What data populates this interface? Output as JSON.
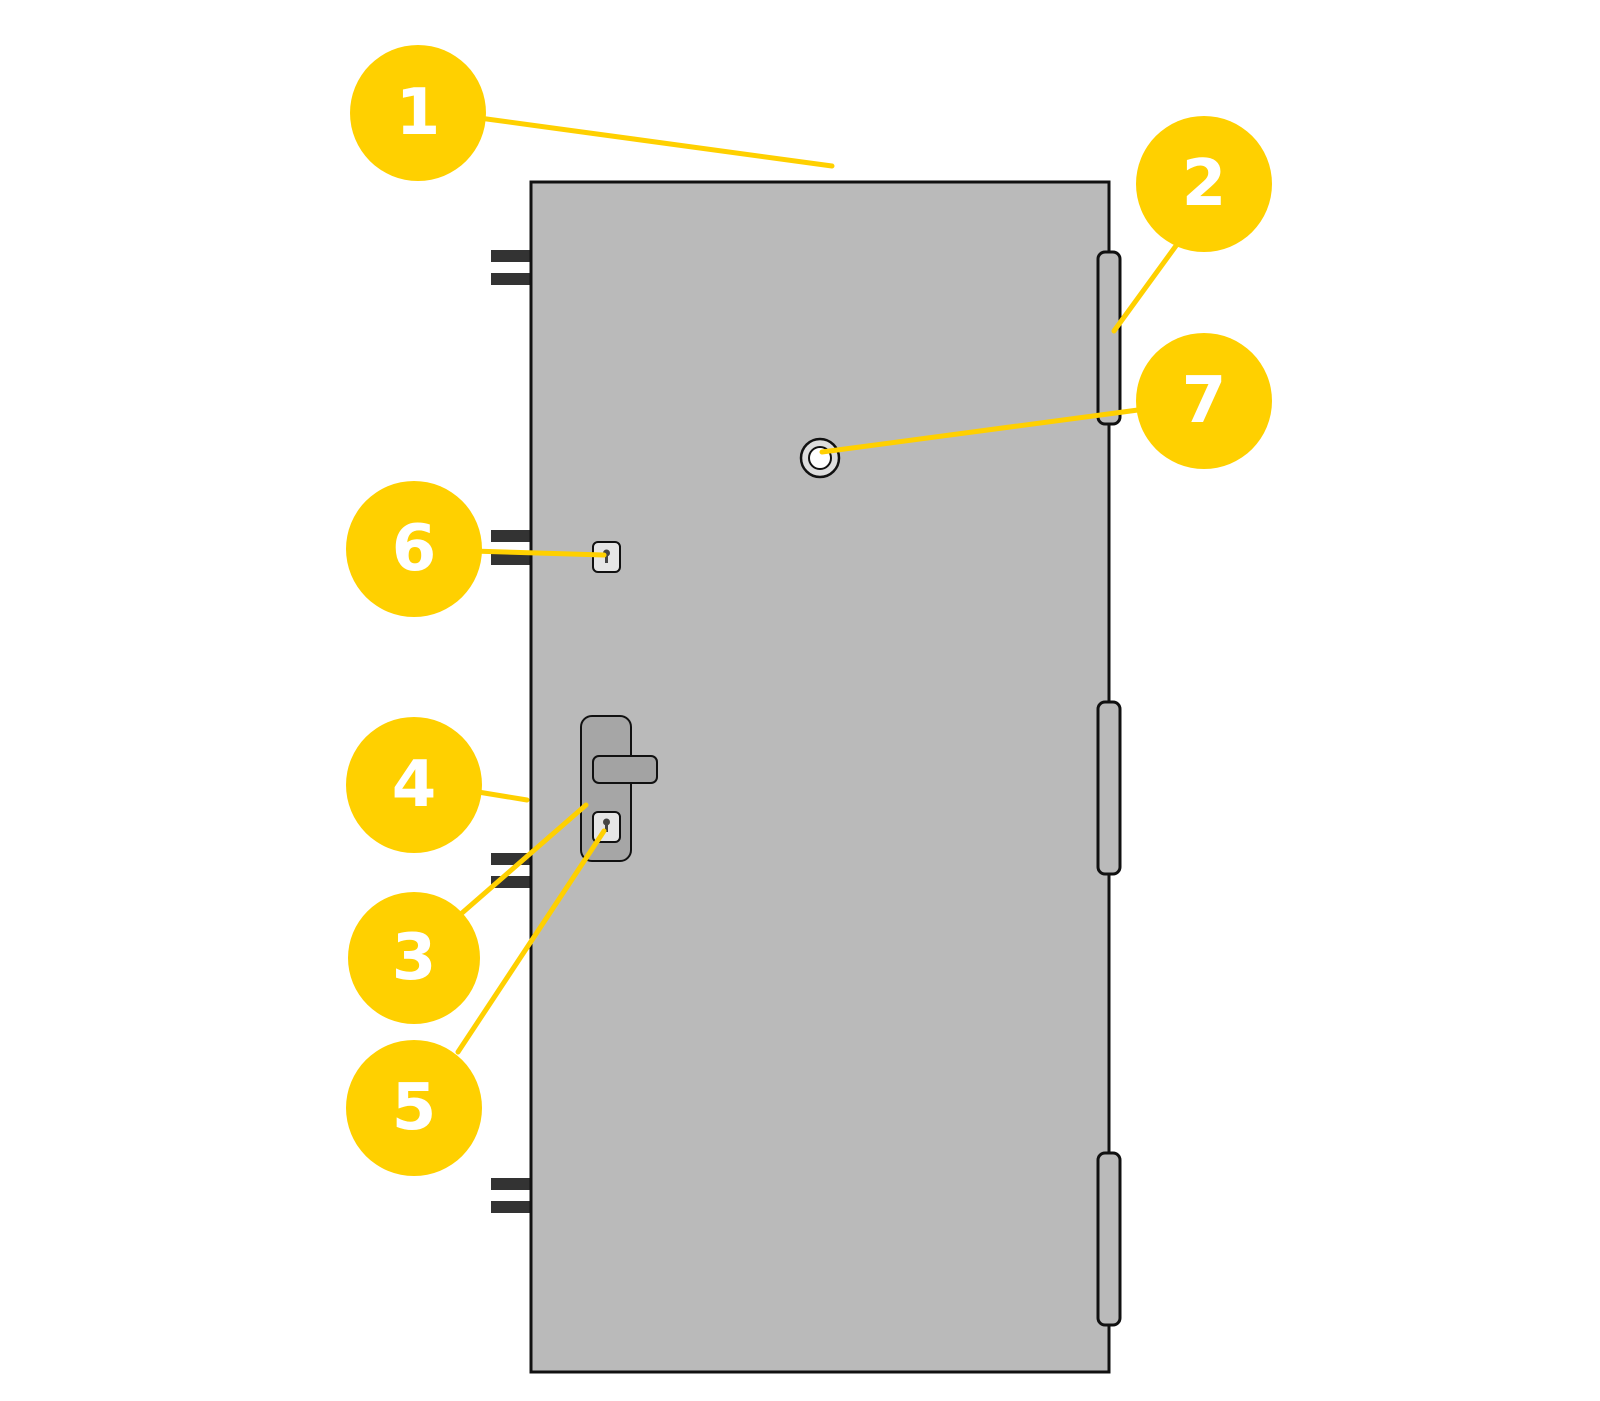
{
  "colors": {
    "background": "#ffffff",
    "door_fill": "#bababa",
    "door_outline": "#111111",
    "hardware_dark": "#333333",
    "handle_plate": "#a6a6a6",
    "handle_lever": "#a3a3a3",
    "lock_plate": "#e6e6e6",
    "marker": "#ffd000",
    "marker_text": "#ffffff",
    "leader": "#ffd000"
  },
  "diagram": {
    "door": {
      "shape": "rectangle",
      "side_hinges_icon": "hinge-icon",
      "bolts_icon": "anti-burglary-bolt-icon",
      "handle_icon": "door-handle-icon",
      "lower_lock_icon": "keyhole-icon",
      "upper_lock_icon": "keyhole-icon",
      "peephole_icon": "peephole-icon"
    },
    "markers": [
      {
        "label": "1"
      },
      {
        "label": "2"
      },
      {
        "label": "3"
      },
      {
        "label": "4"
      },
      {
        "label": "5"
      },
      {
        "label": "6"
      },
      {
        "label": "7"
      }
    ]
  }
}
